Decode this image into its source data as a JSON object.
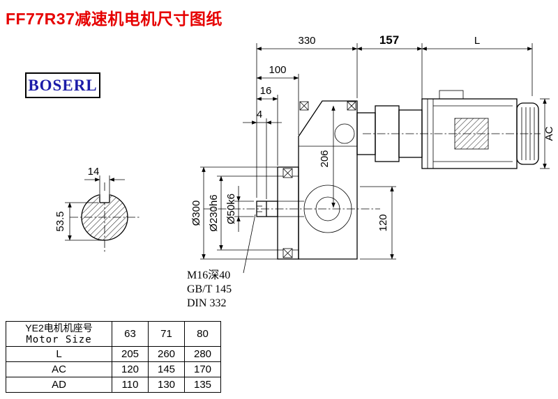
{
  "page": {
    "title": "FF77R37减速机电机尺寸图纸",
    "brand": "BOSERL"
  },
  "dims": {
    "len_330": "330",
    "len_157": "157",
    "len_L": "L",
    "len_100": "100",
    "len_16": "16",
    "len_4": "4",
    "height_AC": "AC",
    "height_206": "206",
    "height_120": "120",
    "key_width": "14",
    "key_height": "53.5",
    "dia_flange": "Ø300",
    "dia_spigot": "Ø230h6",
    "dia_shaft": "Ø50k6",
    "tap_hole": "M16深40",
    "std_gb": "GB/T 145",
    "std_din": "DIN 332"
  },
  "table": {
    "header": {
      "label_cn": "YE2电机机座号",
      "label_en": "Motor Size",
      "cols": [
        "63",
        "71",
        "80"
      ]
    },
    "rows": [
      {
        "label": "L",
        "values": [
          "205",
          "260",
          "280"
        ]
      },
      {
        "label": "AC",
        "values": [
          "120",
          "145",
          "170"
        ]
      },
      {
        "label": "AD",
        "values": [
          "110",
          "130",
          "135"
        ]
      }
    ]
  }
}
